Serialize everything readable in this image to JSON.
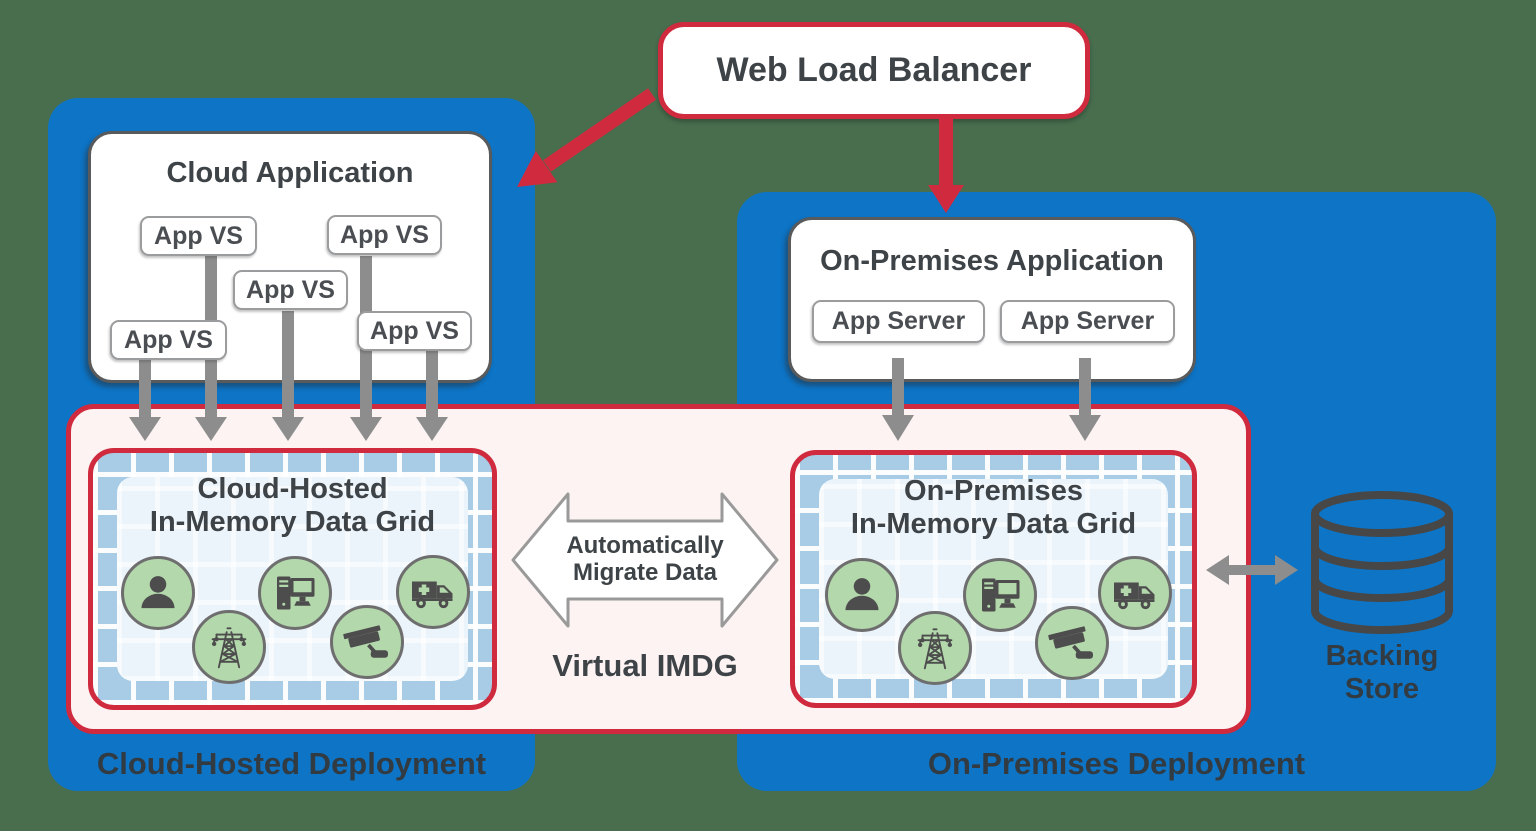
{
  "colors": {
    "background": "#486E4E",
    "container_blue": "#0D74C6",
    "accent_red": "#D02A3E",
    "virtual_imdg_fill": "#FCF3F2",
    "grid_band_blue": "#A9CCE6",
    "grid_panel_blue": "#ECF4FB",
    "icon_circle_green": "#B3D8AC",
    "arrow_gray": "#8D8D8D",
    "text_dark": "#3D4347"
  },
  "load_balancer": {
    "label": "Web Load Balancer"
  },
  "cloud": {
    "deployment_label": "Cloud-Hosted Deployment",
    "application": {
      "title": "Cloud Application",
      "nodes": [
        "App VS",
        "App VS",
        "App VS",
        "App VS",
        "App VS"
      ]
    },
    "imdg": {
      "title_line1": "Cloud-Hosted",
      "title_line2": "In-Memory Data Grid"
    }
  },
  "onprem": {
    "deployment_label": "On-Premises Deployment",
    "application": {
      "title": "On-Premises Application",
      "nodes": [
        "App Server",
        "App Server"
      ]
    },
    "imdg": {
      "title_line1": "On-Premises",
      "title_line2": "In-Memory Data Grid"
    }
  },
  "virtual_imdg": {
    "label": "Virtual IMDG",
    "migrate_line1": "Automatically",
    "migrate_line2": "Migrate Data"
  },
  "backing_store": {
    "line1": "Backing",
    "line2": "Store"
  },
  "imdg_icons": [
    "user-icon",
    "power-tower-icon",
    "desktop-computer-icon",
    "cctv-camera-icon",
    "ambulance-icon"
  ]
}
